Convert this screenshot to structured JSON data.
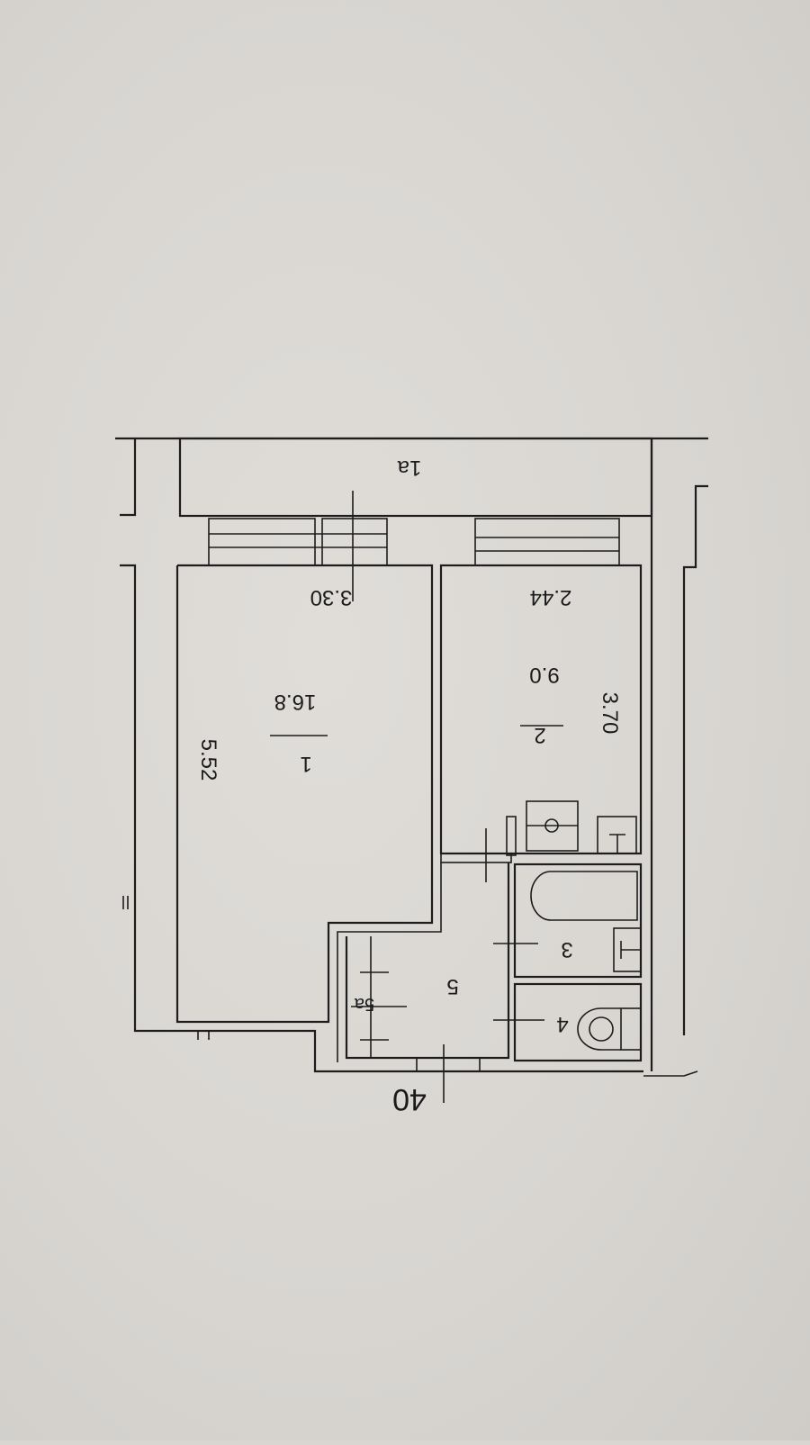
{
  "plan": {
    "orientation_note_free": true,
    "balcony_label": "1а",
    "rooms": [
      {
        "number": "1",
        "area": "16.8",
        "width": "3.30",
        "length": "5.52"
      },
      {
        "number": "2",
        "area": "9.0",
        "width": "2.44",
        "length": "3.70"
      },
      {
        "number": "3"
      },
      {
        "number": "4"
      },
      {
        "number": "5"
      },
      {
        "number": "5а"
      }
    ],
    "apartment_number": "40"
  }
}
